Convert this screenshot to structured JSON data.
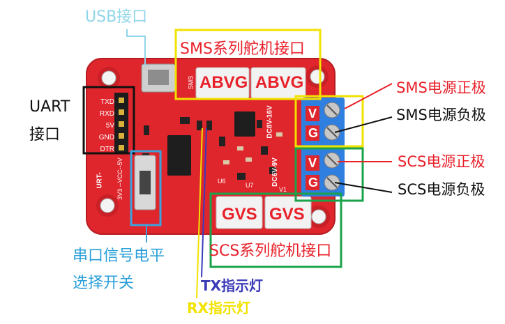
{
  "labels": {
    "usb": "USB接口",
    "sms_servo": "SMS系列舵机接口",
    "sms_pos": "SMS电源正极",
    "sms_neg": "SMS电源负极",
    "scs_pos": "SCS电源正极",
    "scs_neg": "SCS电源负极",
    "uart_1": "UART",
    "uart_2": "接口",
    "level_1": "串口信号电平",
    "level_2": "选择开关",
    "tx_led": "TX指示灯",
    "rx_led": "RX指示灯",
    "scs_servo": "SCS系列舵机接口"
  },
  "board": {
    "abvg_1": "ABVG",
    "abvg_2": "ABVG",
    "gvs_1": "GVS",
    "gvs_2": "GVS",
    "uart_pins": [
      "TXD",
      "RXD",
      "5V",
      "GND",
      "DTR"
    ],
    "term_sms_v": "V",
    "term_sms_g": "G",
    "term_scs_v": "V",
    "term_scs_g": "G",
    "dc_sms": "DC8V-16V",
    "dc_scs": "DC6V-9V",
    "switch_text": "3V3 --VCC--5V",
    "sms_side": "SMS",
    "u6": "U6",
    "u7": "U7",
    "v1": "V1",
    "side_ur": "URT-"
  },
  "colors": {
    "board": "#e0262d",
    "label_red": "#e8202a",
    "box_yellow": "#f2e200",
    "box_green": "#1aa34a",
    "box_blue": "#3ba3dc",
    "usb_cyan": "#8fd6e8"
  }
}
